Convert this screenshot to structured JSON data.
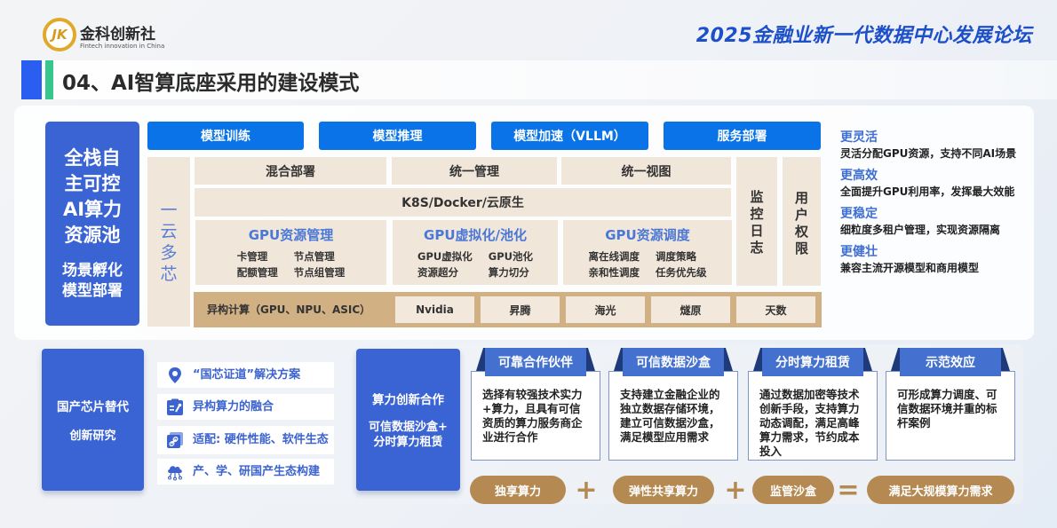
{
  "header": {
    "logo": {
      "mark": "JK",
      "name_cn": "金科创新社",
      "name_en": "Fintech innovation in China"
    },
    "forum_title": "2025金融业新一代数据中心发展论坛",
    "page_title": "04、AI智算底座采用的建设模式"
  },
  "architecture": {
    "left_block": {
      "line1": "全栈自",
      "line2": "主可控",
      "line3": "AI算力",
      "line4": "资源池",
      "line5": "场景孵化",
      "line6": "模型部署"
    },
    "top_services": [
      "模型训练",
      "模型推理",
      "模型加速（VLLM）",
      "服务部署"
    ],
    "cloud_column": [
      "一",
      "云",
      "多",
      "芯"
    ],
    "row1": [
      "混合部署",
      "统一管理",
      "统一视图"
    ],
    "row2": "K8S/Docker/云原生",
    "modules": [
      {
        "title": "GPU资源管理",
        "items": [
          "卡管理",
          "节点管理",
          "配额管理",
          "节点组管理"
        ]
      },
      {
        "title": "GPU虚拟化/池化",
        "items": [
          "GPU虚拟化",
          "GPU池化",
          "资源超分",
          "算力切分"
        ]
      },
      {
        "title": "GPU资源调度",
        "items": [
          "离在线调度",
          "调度策略",
          "亲和性调度",
          "任务优先级"
        ]
      }
    ],
    "side_columns": [
      {
        "chars": [
          "监",
          "控",
          "日",
          "志"
        ]
      },
      {
        "chars": [
          "用",
          "户",
          "权",
          "限"
        ]
      }
    ],
    "hetero": {
      "label": "异构计算（GPU、NPU、ASIC）",
      "chips": [
        "Nvidia",
        "昇腾",
        "海光",
        "燧原",
        "天数"
      ]
    }
  },
  "benefits": [
    {
      "title": "更灵活",
      "desc": "灵活分配GPU资源，支持不同AI场景"
    },
    {
      "title": "更高效",
      "desc": "全面提升GPU利用率，发挥最大效能"
    },
    {
      "title": "更稳定",
      "desc": "细粒度多租户管理，实现资源隔离"
    },
    {
      "title": "更健壮",
      "desc": "兼容主流开源模型和商用模型"
    }
  ],
  "bottom": {
    "domestic_box": {
      "line1": "国产芯片替代",
      "line2": "创新研究"
    },
    "list": [
      {
        "icon": "location-pin-icon",
        "text": "“国芯证道”解决方案"
      },
      {
        "icon": "clipboard-tools-icon",
        "text": "异构算力的融合"
      },
      {
        "icon": "link-icon",
        "text": "适配: 硬件性能、软件生态"
      },
      {
        "icon": "cloud-network-icon",
        "text": "产、学、研国产生态构建"
      }
    ],
    "innovation_box": {
      "line1": "算力创新合作",
      "line2": "可信数据沙盒+",
      "line3": "分时算力租赁"
    },
    "cards": [
      {
        "title": "可靠合作伙伴",
        "body": "选择有较强技术实力+算力，且具有可信资质的算力服务商企业进行合作"
      },
      {
        "title": "可信数据沙盒",
        "body": "支持建立金融企业的独立数据存储环境，建立可信数据沙盒，满足模型应用需求"
      },
      {
        "title": "分时算力租赁",
        "body": "通过数据加密等技术创新手段，支持算力动态调配，满足高峰算力需求，节约成本投入"
      },
      {
        "title": "示范效应",
        "body": "可形成算力调度、可信数据环境并重的标杆案例"
      }
    ],
    "equation": {
      "terms": [
        "独享算力",
        "弹性共享算力",
        "监管沙盒",
        "满足大规模算力需求"
      ],
      "ops": [
        "+",
        "+",
        "="
      ]
    }
  },
  "colors": {
    "primary_blue": "#3a63d3",
    "button_blue": "#0a73e8",
    "beige": "#f1e6da",
    "tan": "#d1b184",
    "pill_brown": "#b48a52",
    "accent_green": "#37c68c",
    "title_blue": "#1c4fc8"
  }
}
